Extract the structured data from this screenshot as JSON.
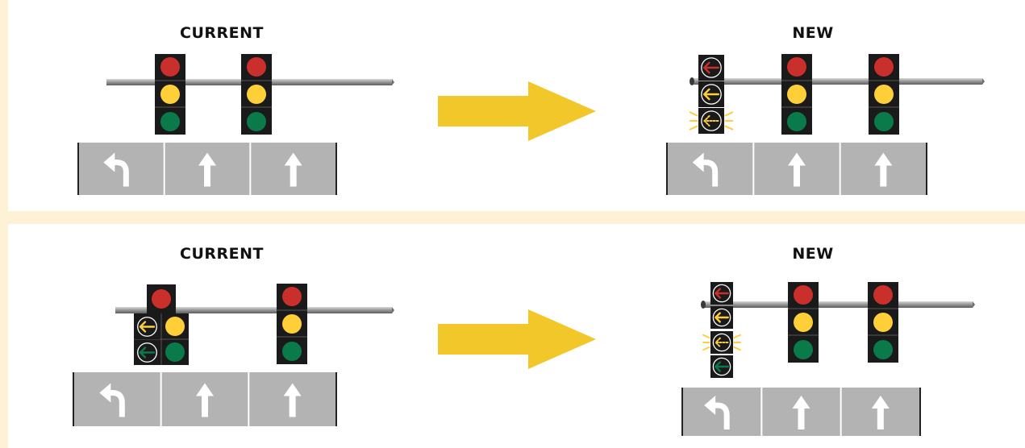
{
  "scenario_1": {
    "current_label": "CURRENT",
    "new_label": "NEW"
  },
  "scenario_2": {
    "current_label": "CURRENT",
    "new_label": "NEW"
  },
  "colors": {
    "background": "#fdf1d6",
    "panel": "#ffffff",
    "red": "#c9302c",
    "yellow": "#ffcf3a",
    "green": "#0b7a4b",
    "signal_housing": "#1a1a1a",
    "arrow": "#f2c72a",
    "road": "#b3b3b3",
    "pole": "#9a9a9a"
  },
  "icons": {
    "left_turn": "left-turn-arrow-icon",
    "straight": "straight-arrow-icon",
    "flashing_yellow": "flashing-yellow-arrow-icon",
    "transition": "right-arrow-icon"
  }
}
